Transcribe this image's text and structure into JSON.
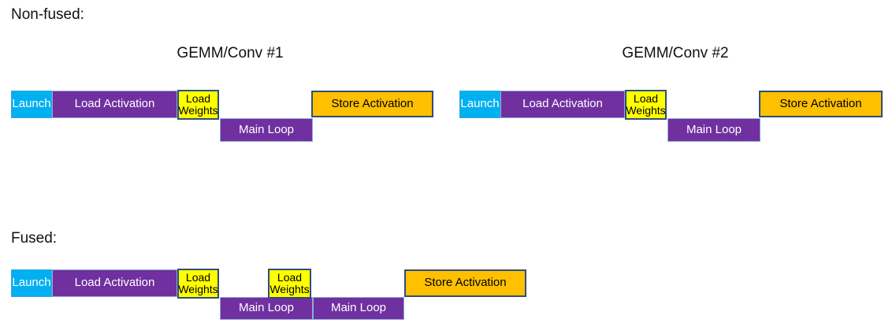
{
  "colors": {
    "launch_bg": "#00B0F0",
    "purple_bg": "#7030A0",
    "weights_bg": "#FFFF00",
    "store_bg": "#FFC000",
    "dark_border": "#2F4E7D",
    "light_border": "#8FAADC",
    "text_light": "#FFFFFF",
    "text_dark": "#000000"
  },
  "sections": {
    "non_fused": {
      "label": "Non-fused:",
      "group1_header": "GEMM/Conv #1",
      "group2_header": "GEMM/Conv #2"
    },
    "fused": {
      "label": "Fused:"
    }
  },
  "block_labels": {
    "launch": "Launch",
    "load_activation": "Load Activation",
    "load_weights": "Load Weights",
    "main_loop": "Main Loop",
    "store_activation": "Store Activation"
  }
}
